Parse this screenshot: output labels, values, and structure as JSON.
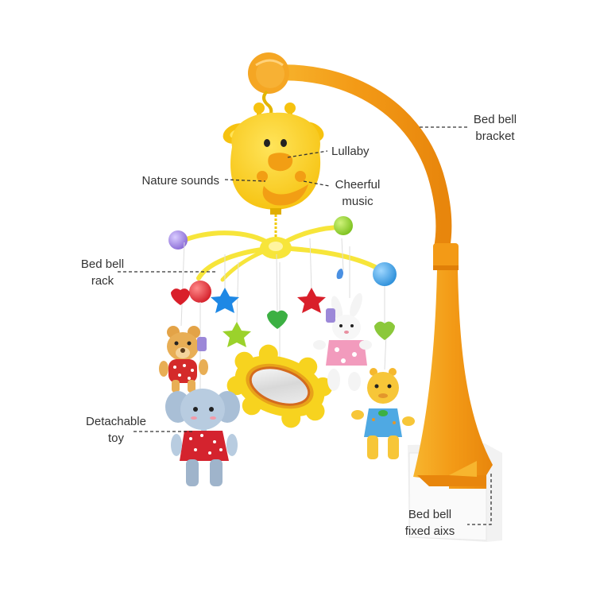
{
  "labels": {
    "lullaby": "Lullaby",
    "nature_sounds": "Nature sounds",
    "cheerful_music_line1": "Cheerful",
    "cheerful_music_line2": "music",
    "bed_bell_bracket_line1": "Bed bell",
    "bed_bell_bracket_line2": "bracket",
    "bed_bell_rack_line1": "Bed bell",
    "bed_bell_rack_line2": "rack",
    "detachable_toy_line1": "Detachable",
    "detachable_toy_line2": "toy",
    "fixed_axis_line1": "Bed bell",
    "fixed_axis_line2": "fixed aixs"
  },
  "colors": {
    "bracket_orange": "#F5A623",
    "giraffe_yellow": "#FFD21F",
    "rack_yellow": "#F7E53A",
    "leader_line": "#333333"
  }
}
